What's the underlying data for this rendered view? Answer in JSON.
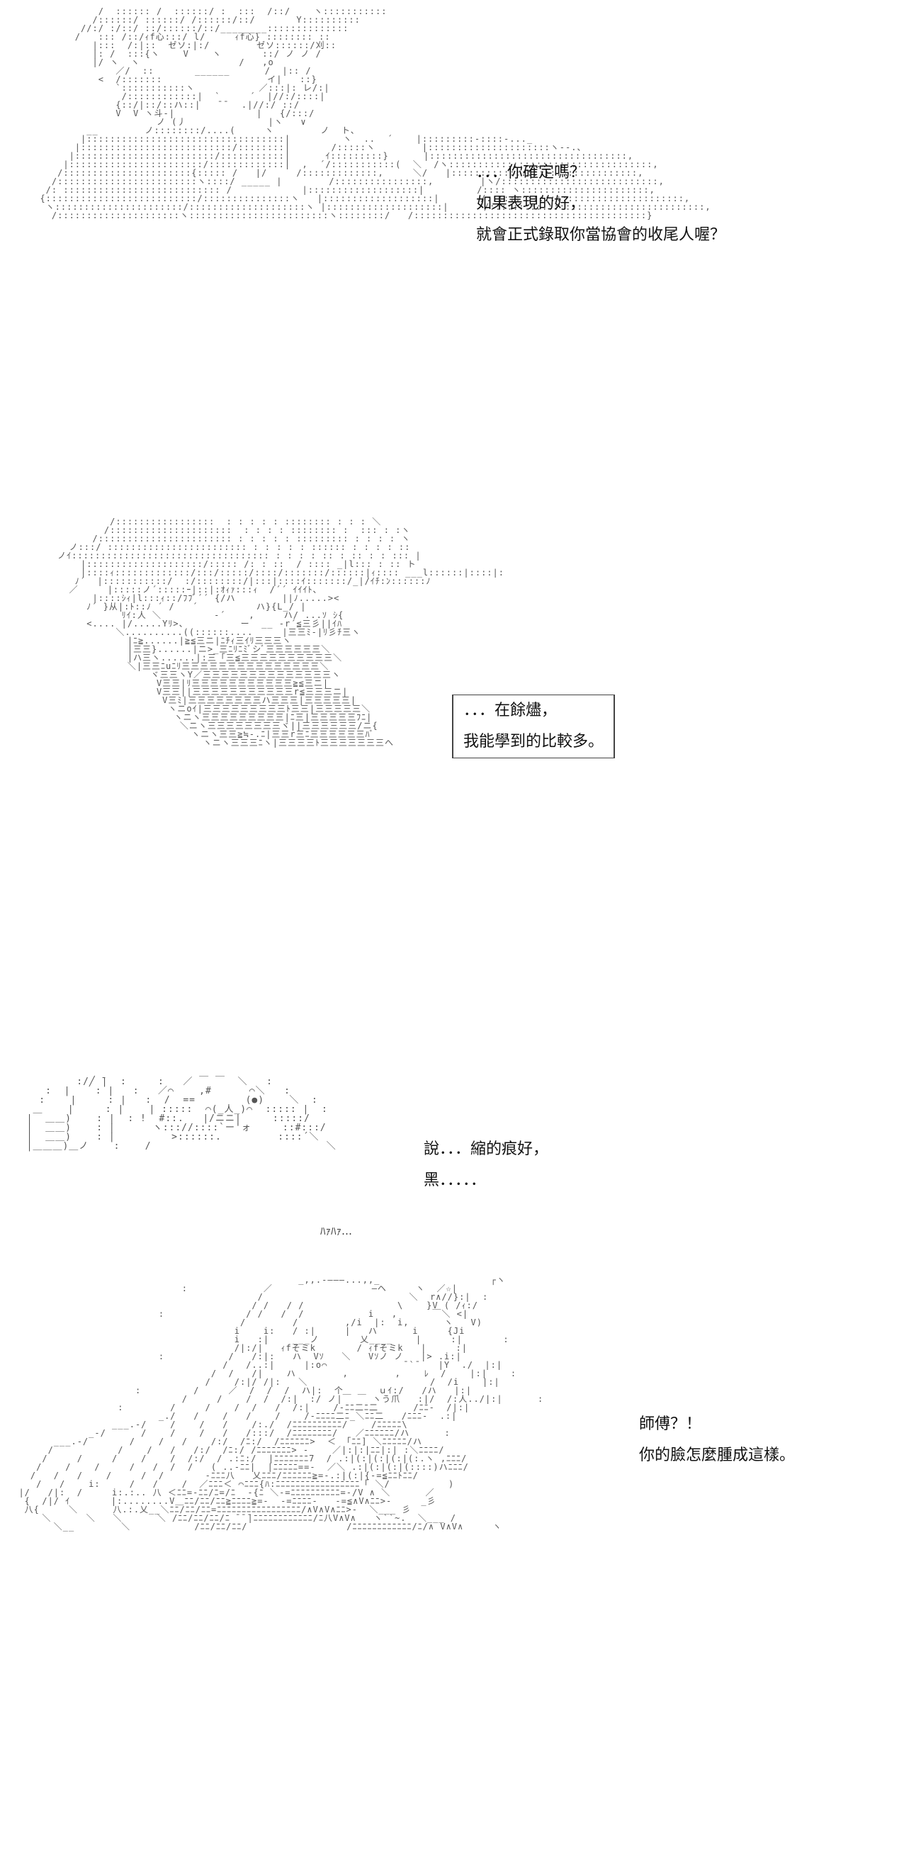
{
  "panels": [
    {
      "lines": [
        "．．．你確定嗎？",
        "如果表現的好，",
        "就會正式錄取你當協會的收尾人喔？"
      ]
    },
    {
      "lines": [
        "．．．在餘燼，",
        "我能學到的比較多。"
      ]
    },
    {
      "lines": [
        "說．．．縮的痕好，",
        "黑．．．．．"
      ],
      "sfx": "ﾊｧﾊｧ…"
    },
    {
      "lines": [
        "師傅？！",
        "你的臉怎麼腫成這樣。"
      ]
    }
  ]
}
